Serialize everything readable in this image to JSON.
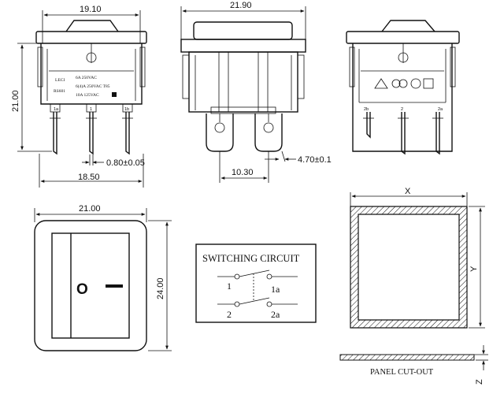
{
  "dimensions": {
    "width_top": "19.10",
    "height_side": "21.00",
    "pin_thickness": "0.80±0.05",
    "pin_span": "18.50",
    "width_front": "21.90",
    "tab_width": "4.70±0.1",
    "tab_spacing": "10.30",
    "bezel_width": "21.00",
    "bezel_height": "24.00"
  },
  "label_left": {
    "brand_1": "LECI",
    "brand_2": "RS601",
    "rating_1": "6A 250VAC",
    "rating_2": "6(4)A 250VAC T85",
    "rating_3": "10A 125VAC",
    "pin_1a": "1a",
    "pin_1": "1",
    "pin_1b": "1b"
  },
  "label_right": {
    "pin_2b": "2b",
    "pin_2": "2",
    "pin_2a": "2a"
  },
  "rocker": {
    "off_symbol": "O",
    "on_symbol": "I"
  },
  "circuit": {
    "title": "SWITCHING CIRCUIT",
    "t1": "1",
    "t1a": "1a",
    "t2": "2",
    "t2a": "2a"
  },
  "cutout": {
    "x": "X",
    "y": "Y",
    "z": "Z",
    "caption": "PANEL CUT-OUT"
  }
}
